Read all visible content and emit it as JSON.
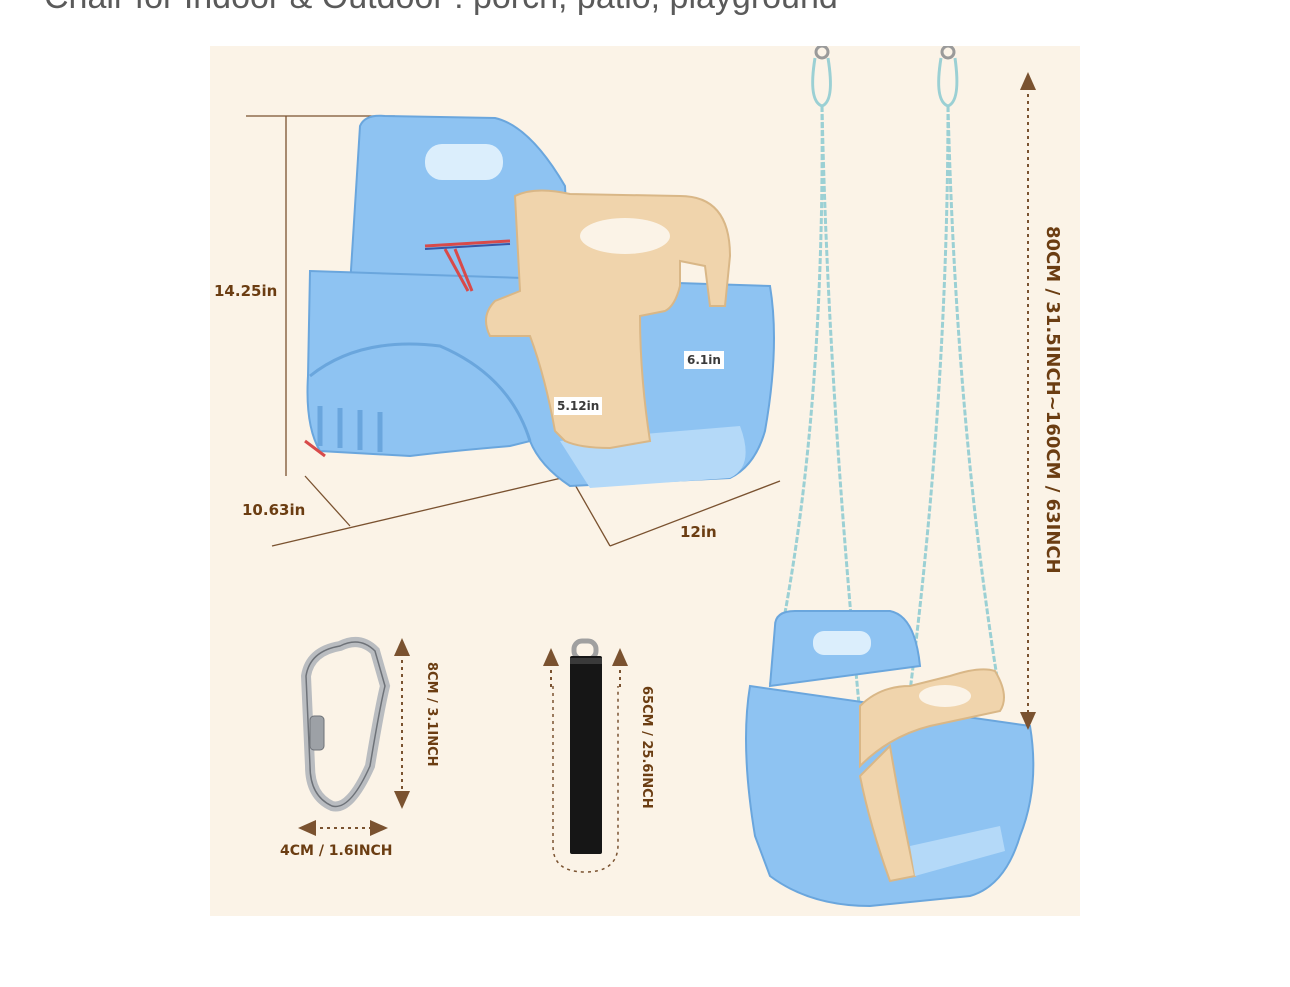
{
  "header": {
    "title": "Chair for Indoor & Outdoor : porch, patio, playground"
  },
  "dimensions": {
    "height": "14.25in",
    "depth": "10.63in",
    "width": "12in",
    "seat_opening": "5.12in",
    "leg_gap": "6.1in"
  },
  "rope": {
    "length": "80CM / 31.5INCH~160CM / 63INCH"
  },
  "carabiner": {
    "height": "8CM / 3.1INCH",
    "width": "4CM / 1.6INCH"
  },
  "strap": {
    "length": "65CM / 25.6INCH"
  },
  "colors": {
    "panel_bg": "#fbf3e7",
    "seat_blue": "#8ec3f2",
    "seat_tan": "#f0d4ac",
    "dimension_line": "#7a5230",
    "label": "#6b3d12",
    "rope": "#9bd0d4"
  }
}
